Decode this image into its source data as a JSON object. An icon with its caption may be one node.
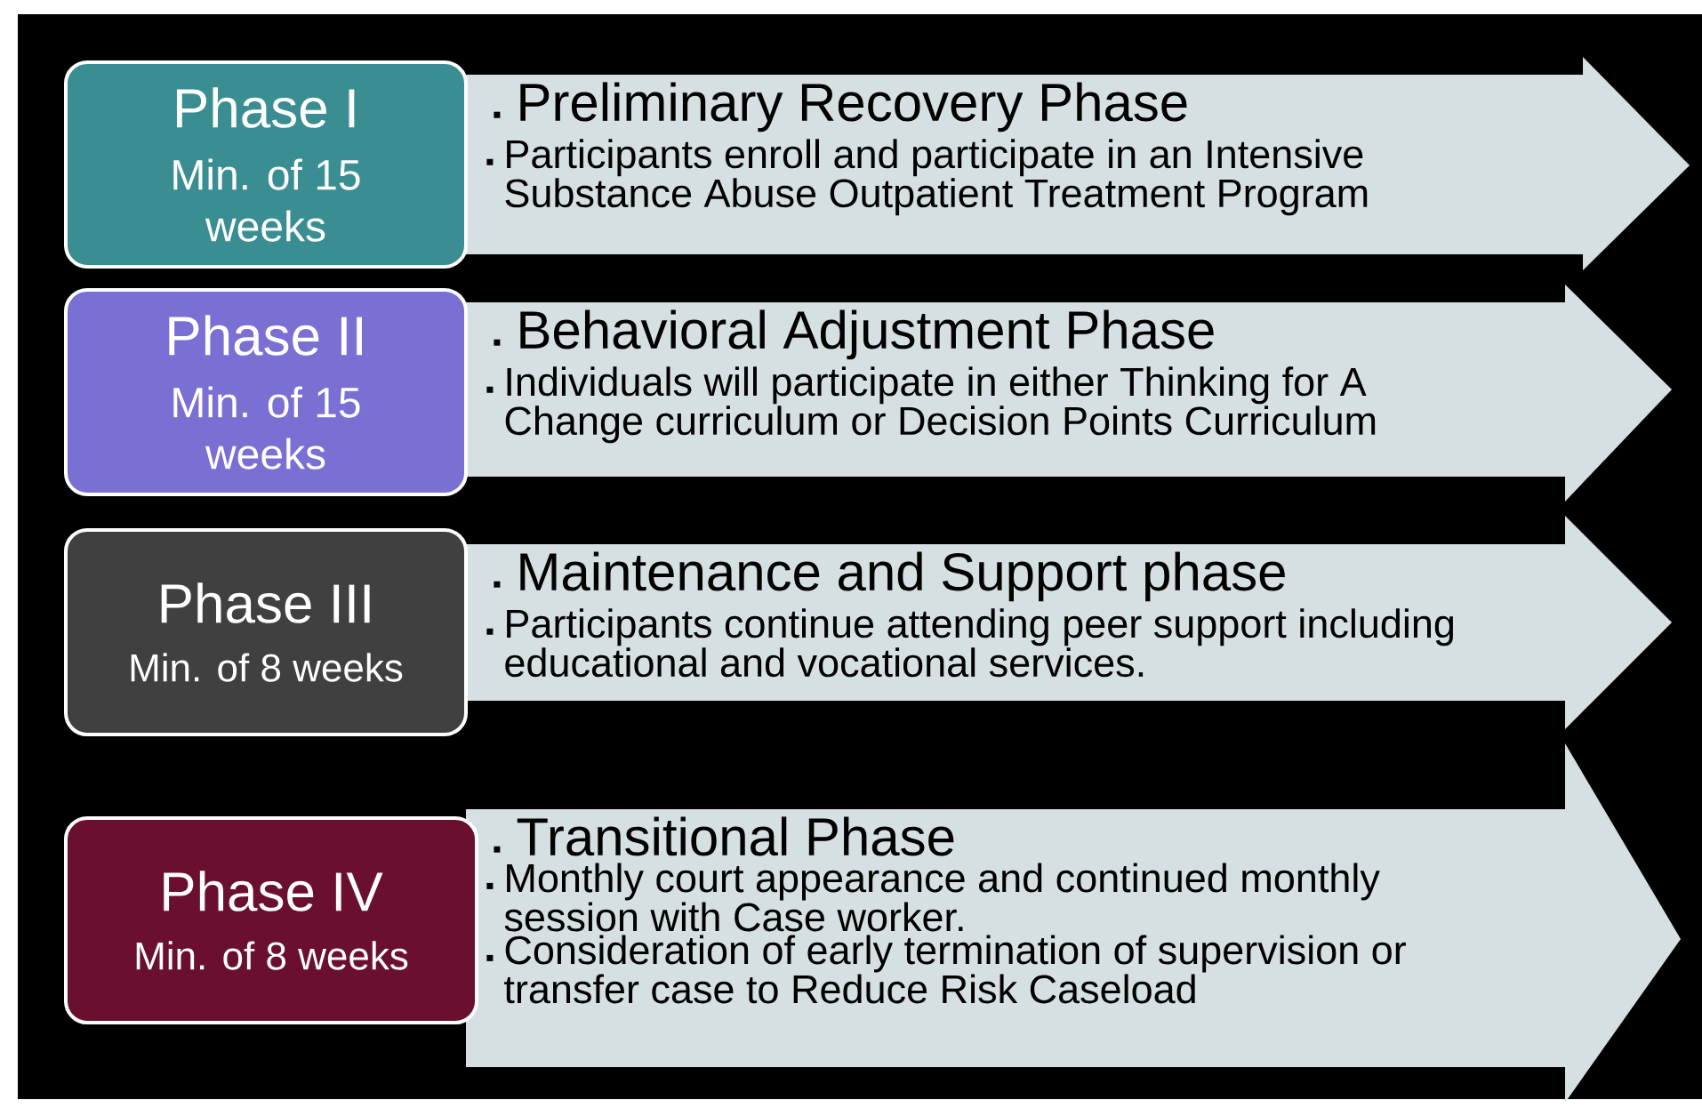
{
  "diagram": {
    "nodes": [
      {
        "text": [
          "Phase I",
          "Min. of 15 weeks"
        ]
      },
      {
        "text": [
          "Preliminary Recovery Phase",
          "Participants enroll and participate in an Intensive Substance Abuse Outpatient Treatment Program"
        ]
      },
      {
        "text": [
          "Phase II",
          "Min. of 15 weeks"
        ]
      },
      {
        "text": [
          "Behavioral Adjustment Phase",
          "Individuals will participate in either  Thinking for A Change curriculum or Decision Points Curriculum"
        ]
      },
      {
        "text": [
          "Phase III",
          "Min. of 8 weeks"
        ]
      },
      {
        "text": [
          "Maintenance and Support phase",
          "Participants continue attending peer support including educational and vocational services."
        ]
      },
      {
        "text": [
          "Phase IV",
          "Min. of 8 weeks"
        ]
      },
      {
        "text": [
          "Transitional Phase",
          "Monthly court appearance and continued monthly session with Case worker.",
          "Consideration of early termination of supervision or transfer case to Reduce Risk Caseload"
        ]
      }
    ]
  }
}
